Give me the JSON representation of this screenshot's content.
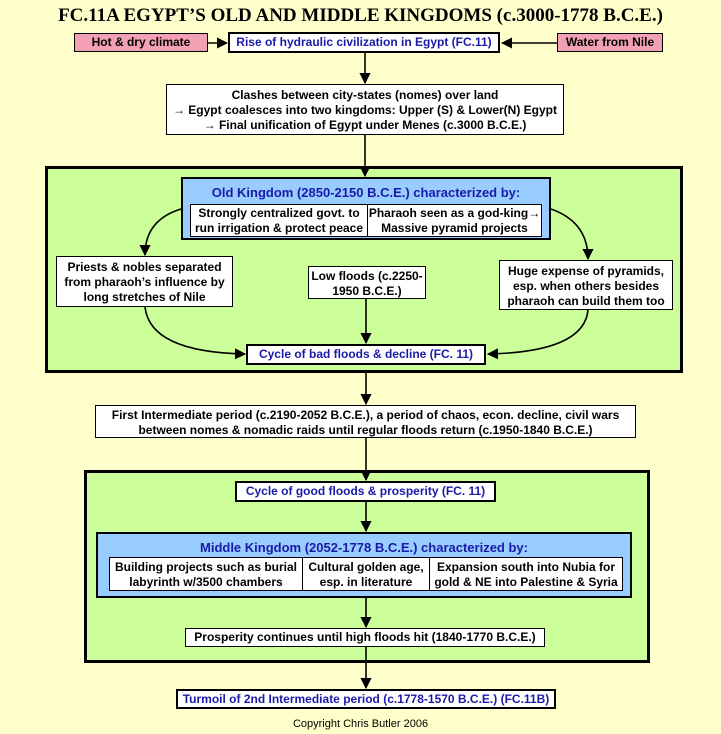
{
  "title": "FC.11A EGYPT’S OLD AND MIDDLE KINGDOMS (c.3000-1778 B.C.E.)",
  "top": {
    "left": "Hot & dry climate",
    "center": "Rise of hydraulic civilization in Egypt  (FC.11)",
    "right": "Water from Nile"
  },
  "clashes": {
    "line1": "Clashes between city-states (nomes) over land",
    "line2": "→ Egypt coalesces into two kingdoms: Upper (S) & Lower(N) Egypt",
    "line3": "→ Final unification of Egypt under Menes (c.3000 B.C.E.)"
  },
  "old_kingdom": {
    "header": "Old Kingdom (2850-2150 B.C.E.) characterized by:",
    "cell1_line1": "Strongly centralized govt. to",
    "cell1_line2": "run irrigation & protect peace",
    "cell2_line1": "Pharaoh seen as a god-king→",
    "cell2_line2": "Massive pyramid projects",
    "left_line1": "Priests & nobles separated",
    "left_line2": "from pharaoh’s influence  by",
    "left_line3": "long stretches of Nile",
    "middle_line1": "Low floods (c.2250-",
    "middle_line2": "1950 B.C.E.)",
    "right_line1": "Huge expense of pyramids,",
    "right_line2": "esp. when others besides",
    "right_line3": "pharaoh can build them too",
    "cycle": "Cycle of bad floods & decline (FC. 11)"
  },
  "first_intermediate": {
    "line1": "First Intermediate period (c.2190-2052 B.C.E.), a period of chaos, econ. decline, civil wars",
    "line2": "between nomes & nomadic raids until regular floods return (c.1950-1840 B.C.E.)"
  },
  "middle_kingdom": {
    "cycle": "Cycle of good floods & prosperity (FC. 11)",
    "header": "Middle Kingdom (2052-1778 B.C.E.) characterized by:",
    "cell1_line1": "Building projects such as burial",
    "cell1_line2": "labyrinth w/3500 chambers",
    "cell2_line1": "Cultural golden age,",
    "cell2_line2": "esp. in literature",
    "cell3_line1": "Expansion south into Nubia for",
    "cell3_line2": "gold & NE into Palestine & Syria",
    "prosperity": "Prosperity continues until high floods hit (1840-1770 B.C.E.)"
  },
  "turmoil": "Turmoil of 2nd Intermediate period (c.1778-1570 B.C.E.) (FC.11B)",
  "copyright": "Copyright Chris Butler 2006"
}
